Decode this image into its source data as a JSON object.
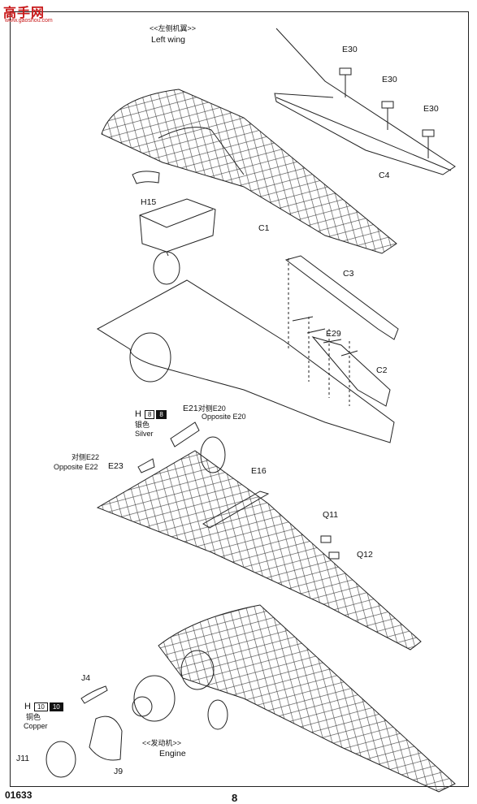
{
  "watermark": {
    "cn": "高手网",
    "url": "www.gaoshou.com"
  },
  "steps": {
    "left_wing": {
      "title_cn": "<<左侧机翼>>",
      "title_en": "Left wing"
    },
    "engine": {
      "title_cn": "<<发动机>>",
      "title_en": "Engine"
    }
  },
  "parts": {
    "E30_a": "E30",
    "E30_b": "E30",
    "E30_c": "E30",
    "C4": "C4",
    "C1": "C1",
    "H15": "H15",
    "C3": "C3",
    "E29": "E29",
    "C2": "C2",
    "E21": "E21",
    "E21_note_cn": "对侧E20",
    "E21_note_en": "Opposite E20",
    "E22_note_cn": "对侧E22",
    "E22_note_en": "Opposite E22",
    "E23": "E23",
    "E16": "E16",
    "Q11": "Q11",
    "Q12": "Q12",
    "J4": "J4",
    "J11": "J11",
    "J9": "J9"
  },
  "paints": {
    "silver": {
      "prefix": "H",
      "num1": "8",
      "num2": "8",
      "cn": "银色",
      "en": "Silver"
    },
    "copper": {
      "prefix": "H",
      "num1": "10",
      "num2": "10",
      "cn": "铜色",
      "en": "Copper"
    }
  },
  "footer": {
    "code": "01633",
    "page": "8"
  },
  "colors": {
    "ink": "#111111",
    "watermark": "#c8191a"
  }
}
